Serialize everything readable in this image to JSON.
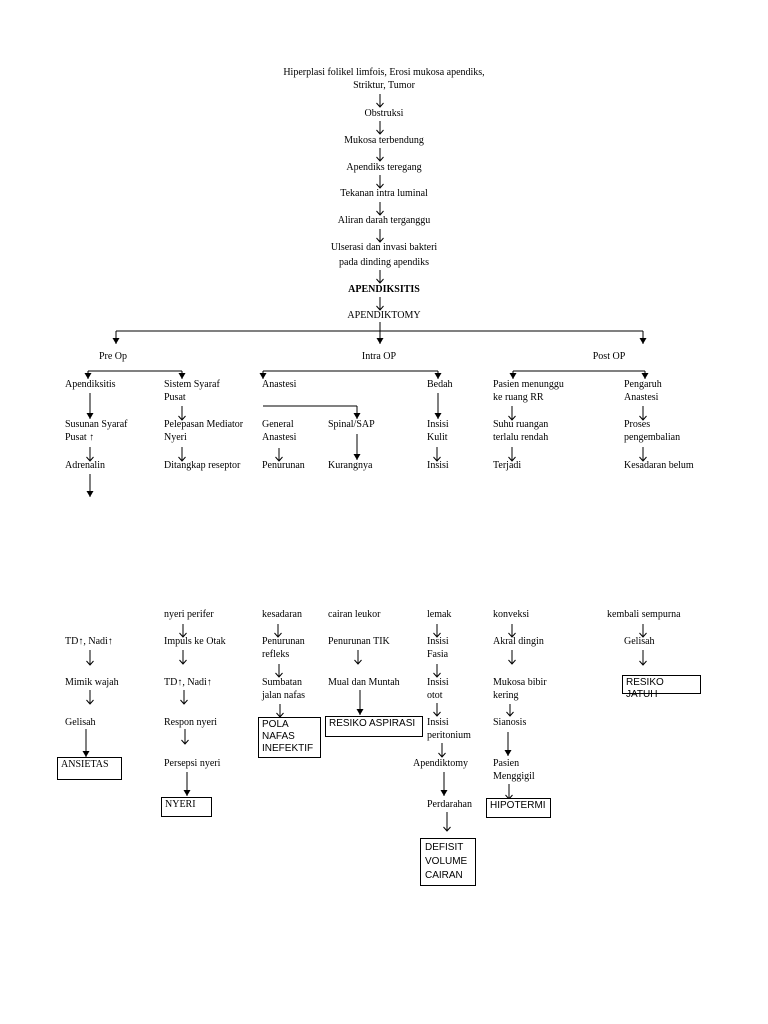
{
  "top_chain": {
    "cause_line1": "Hiperplasi folikel limfois, Erosi mukosa apendiks,",
    "cause_line2": "Striktur, Tumor",
    "obstruksi": "Obstruksi",
    "mukosa": "Mukosa terbendung",
    "apendiks_teregang": "Apendiks teregang",
    "tekanan": "Tekanan intra luminal",
    "aliran": "Aliran darah terganggu",
    "ulserasi_line1": "Ulserasi dan invasi bakteri",
    "ulserasi_line2": "pada dinding apendiks",
    "apendiksitis": "APENDIKSITIS",
    "apendiktomy": "APENDIKTOMY"
  },
  "phases": {
    "pre": "Pre Op",
    "intra": "Intra OP",
    "post": "Post OP"
  },
  "pre_op": {
    "col1": {
      "a": "Apendiksitis",
      "b1": "Susunan Syaraf",
      "b2": "Pusat",
      "c": "Adrenalin",
      "d": "TD",
      "d_sep": ", Nadi",
      "e": "Mimik wajah",
      "f": "Gelisah",
      "dx": "ANSIETAS"
    },
    "col2": {
      "a1": "Sistem Syaraf",
      "a2": "Pusat",
      "b1": "Pelepasan Mediator",
      "b2": "Nyeri",
      "c": "Ditangkap reseptor",
      "d": "nyeri perifer",
      "e": "Impuls ke Otak",
      "f": "TD",
      "f_sep": ", Nadi",
      "g": "Respon nyeri",
      "h": "Persepsi nyeri",
      "dx": "NYERI"
    }
  },
  "intra_op": {
    "anastesi": "Anastesi",
    "general1": "General",
    "general2": "Anastesi",
    "general_c": "Penurunan",
    "general_d": "kesadaran",
    "general_e1": "Penurunan",
    "general_e2": "refleks",
    "general_f1": "Sumbatan",
    "general_f2": "jalan nafas",
    "general_dx1": "POLA",
    "general_dx2": "NAFAS",
    "general_dx3": "INEFEKTIF",
    "spinal": "Spinal/SAP",
    "spinal_c": "Kurangnya",
    "spinal_d": "cairan leukor",
    "spinal_e": "Penurunan TIK",
    "spinal_f": "Mual dan Muntah",
    "spinal_dx": "RESIKO ASPIRASI",
    "bedah": "Bedah",
    "bedah_b1": "Insisi",
    "bedah_b2": "Kulit",
    "bedah_c": "Insisi",
    "bedah_d": "lemak",
    "bedah_e1": "Insisi",
    "bedah_e2": "Fasia",
    "bedah_f1": "Insisi",
    "bedah_f2": "otot",
    "bedah_g1": "Insisi",
    "bedah_g2": "peritonium",
    "bedah_h": "Apendiktomy",
    "bedah_i": "Perdarahan",
    "bedah_dx1": "DEFISIT",
    "bedah_dx2": "VOLUME",
    "bedah_dx3": "CAIRAN"
  },
  "post_op": {
    "col1": {
      "a1": "Pasien menunggu",
      "a2": "ke ruang RR",
      "b1": "Suhu ruangan",
      "b2": "terlalu rendah",
      "c": "Terjadi",
      "d": "konveksi",
      "e": "Akral dingin",
      "f1": "Mukosa bibir",
      "f2": "kering",
      "g": "Sianosis",
      "h1": "Pasien",
      "h2": "Menggigil",
      "dx": "HIPOTERMI"
    },
    "col2": {
      "a1": "Pengaruh",
      "a2": "Anastesi",
      "b1": "Proses",
      "b2": "pengembalian",
      "c": "Kesadaran belum",
      "d": "kembali sempurna",
      "e": "Gelisah",
      "dx": "RESIKO JATUH"
    }
  },
  "icons": {
    "arrow": "arrow-down-icon",
    "up_arrow": "up-arrow-icon"
  },
  "colors": {
    "ink": "#000000",
    "background": "#ffffff"
  }
}
